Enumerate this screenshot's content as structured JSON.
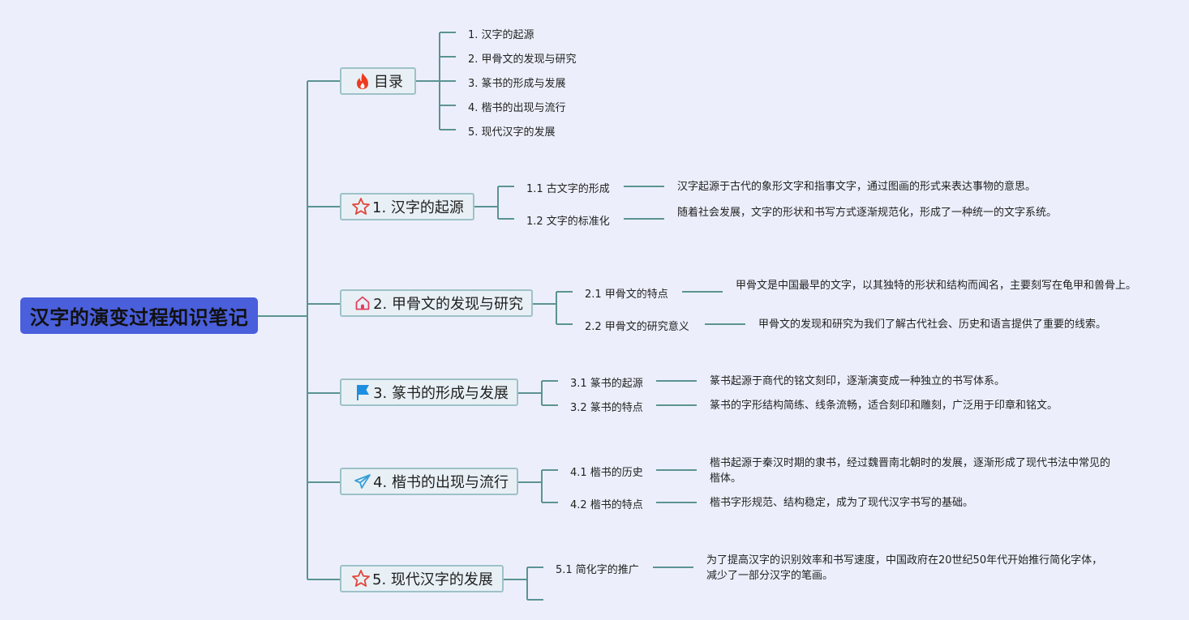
{
  "root": {
    "title": "汉字的演变过程知识笔记"
  },
  "colors": {
    "root_bg": "#4a5fdc",
    "line": "#5b9393",
    "topic_border": "#9ec1c8",
    "background": "#eceffb"
  },
  "toc": {
    "label": "目录",
    "icon": "fire-icon",
    "items": [
      "1. 汉字的起源",
      "2. 甲骨文的发现与研究",
      "3. 篆书的形成与发展",
      "4. 楷书的出现与流行",
      "5. 现代汉字的发展"
    ]
  },
  "topics": [
    {
      "label": "1. 汉字的起源",
      "icon": "star-icon",
      "subs": [
        {
          "label": "1.1 古文字的形成",
          "desc": "汉字起源于古代的象形文字和指事文字，通过图画的形式来表达事物的意思。"
        },
        {
          "label": "1.2 文字的标准化",
          "desc": "随着社会发展，文字的形状和书写方式逐渐规范化，形成了一种统一的文字系统。"
        }
      ]
    },
    {
      "label": "2. 甲骨文的发现与研究",
      "icon": "home-icon",
      "subs": [
        {
          "label": "2.1 甲骨文的特点",
          "desc": "甲骨文是中国最早的文字，以其独特的形状和结构而闻名，主要刻写在龟甲和兽骨上。"
        },
        {
          "label": "2.2 甲骨文的研究意义",
          "desc": "甲骨文的发现和研究为我们了解古代社会、历史和语言提供了重要的线索。"
        }
      ]
    },
    {
      "label": "3. 篆书的形成与发展",
      "icon": "flag-icon",
      "subs": [
        {
          "label": "3.1 篆书的起源",
          "desc": "篆书起源于商代的铭文刻印，逐渐演变成一种独立的书写体系。"
        },
        {
          "label": "3.2 篆书的特点",
          "desc": "篆书的字形结构简练、线条流畅，适合刻印和雕刻，广泛用于印章和铭文。"
        }
      ]
    },
    {
      "label": "4. 楷书的出现与流行",
      "icon": "paper-plane-icon",
      "subs": [
        {
          "label": "4.1 楷书的历史",
          "desc": "楷书起源于秦汉时期的隶书，经过魏晋南北朝时的发展，逐渐形成了现代书法中常见的楷体。"
        },
        {
          "label": "4.2 楷书的特点",
          "desc": "楷书字形规范、结构稳定，成为了现代汉字书写的基础。"
        }
      ]
    },
    {
      "label": "5. 现代汉字的发展",
      "icon": "star-icon",
      "subs": [
        {
          "label": "5.1 简化字的推广",
          "desc": "为了提高汉字的识别效率和书写速度，中国政府在20世纪50年代开始推行简化字体，减少了一部分汉字的笔画。"
        }
      ]
    }
  ]
}
